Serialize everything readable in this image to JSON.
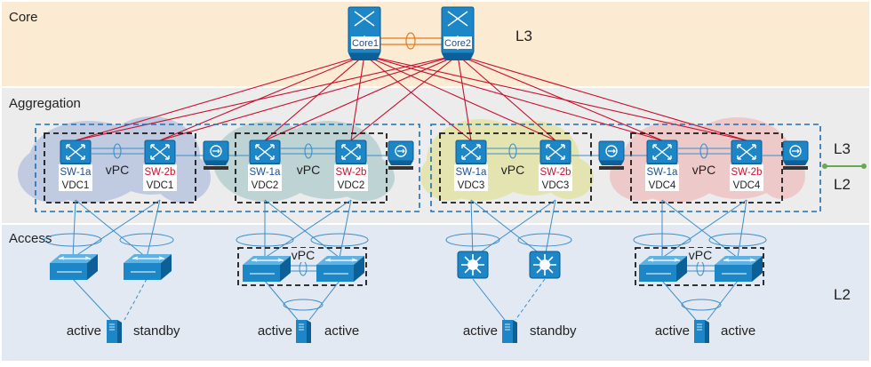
{
  "layers": {
    "core": "Core",
    "aggregation": "Aggregation",
    "access": "Access"
  },
  "layer_labels": {
    "core_l3": "L3",
    "agg_l3": "L3",
    "agg_l2": "L2",
    "access_l2": "L2"
  },
  "core_switches": [
    "Core1",
    "Core2"
  ],
  "agg_pairs": [
    {
      "a": "SW-1a",
      "a_vdc": "VDC1",
      "b": "SW-2b",
      "b_vdc": "VDC1",
      "vpc": "vPC"
    },
    {
      "a": "SW-1a",
      "a_vdc": "VDC2",
      "b": "SW-2b",
      "b_vdc": "VDC2",
      "vpc": "vPC"
    },
    {
      "a": "SW-1a",
      "a_vdc": "VDC3",
      "b": "SW-2b",
      "b_vdc": "VDC3",
      "vpc": "vPC"
    },
    {
      "a": "SW-1a",
      "a_vdc": "VDC4",
      "b": "SW-2b",
      "b_vdc": "VDC4",
      "vpc": "vPC"
    }
  ],
  "access_vpc": [
    "vPC",
    "vPC"
  ],
  "server_states": [
    {
      "left": "active",
      "right": "standby"
    },
    {
      "left": "active",
      "right": "active"
    },
    {
      "left": "active",
      "right": "standby"
    },
    {
      "left": "active",
      "right": "active"
    }
  ],
  "colors": {
    "core_band": "#faebd2",
    "agg_band": "#ececec",
    "access_band": "#e2e9f3",
    "switch_blue": "#1c86c6",
    "switch_dark": "#0d5f97",
    "uplink_red": "#c8102e",
    "link_blue": "#3b8ec8",
    "peer_orange": "#e87722",
    "sw2b_label": "#c8102e",
    "vdc_clouds": [
      "#b9c5de",
      "#b7cfcf",
      "#e3e3a7",
      "#efc4c4"
    ]
  },
  "icons": [
    "multilayer-switch-icon",
    "firewall-module-icon",
    "access-switch-icon",
    "l3-switch-icon",
    "server-icon"
  ]
}
